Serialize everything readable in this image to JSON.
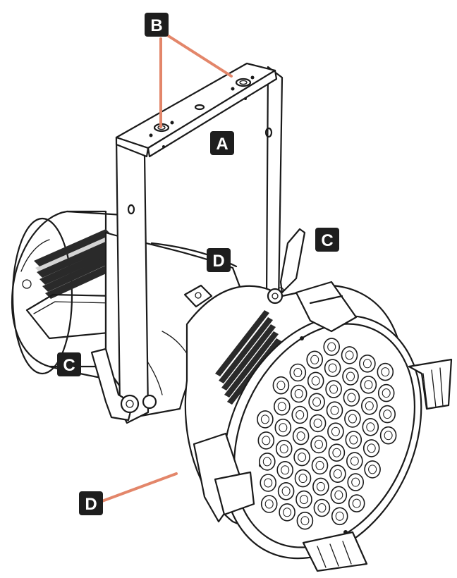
{
  "callouts": {
    "a": {
      "label": "A"
    },
    "b": {
      "label": "B"
    },
    "c_right": {
      "label": "C"
    },
    "c_left": {
      "label": "C"
    },
    "d_top": {
      "label": "D"
    },
    "d_bottom": {
      "label": "D"
    }
  },
  "colors": {
    "leader": "#e3866a",
    "label_bg": "#1e1e1e",
    "label_text": "#ffffff",
    "line": "#1a1a1a"
  }
}
